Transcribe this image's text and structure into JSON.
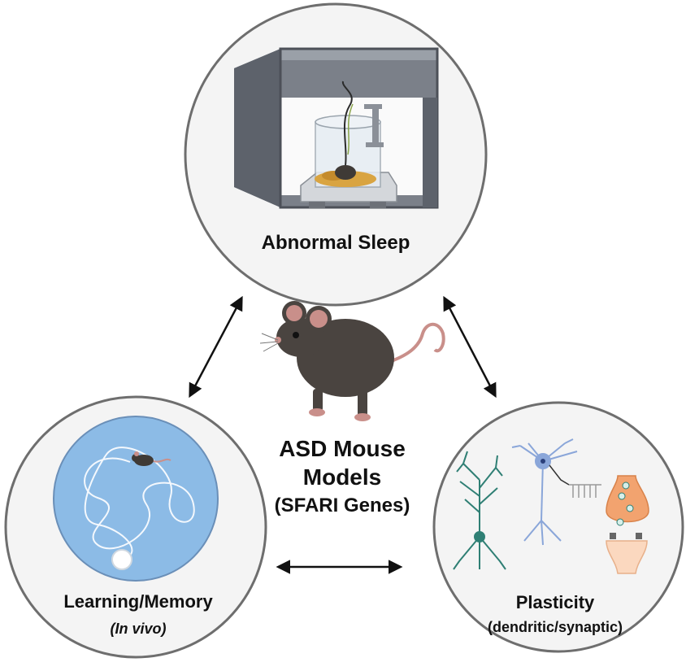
{
  "nodes": {
    "sleep": {
      "title": "Abnormal Sleep"
    },
    "learning": {
      "title": "Learning/Memory",
      "subtitle": "(In vivo)"
    },
    "plasticity": {
      "title": "Plasticity",
      "subtitle": "(dendritic/synaptic)"
    }
  },
  "center": {
    "line1": "ASD Mouse",
    "line2": "Models",
    "line3": "(SFARI Genes)"
  },
  "colors": {
    "circle_stroke": "#6e6e6e",
    "circle_fill": "#f4f4f4",
    "mouse": "#4a4440",
    "ear": "#c98f8a",
    "water_maze": "#8cbbe6",
    "neuron_green": "#2f7f74",
    "neuron_blue": "#8aa6d9",
    "synapse": "#f2a36f",
    "arrow": "#111111"
  },
  "icons": [
    "sleep-chamber-icon",
    "mouse-icon",
    "water-maze-icon",
    "pyramidal-neuron-icon",
    "stellate-neuron-icon",
    "synapse-icon"
  ]
}
